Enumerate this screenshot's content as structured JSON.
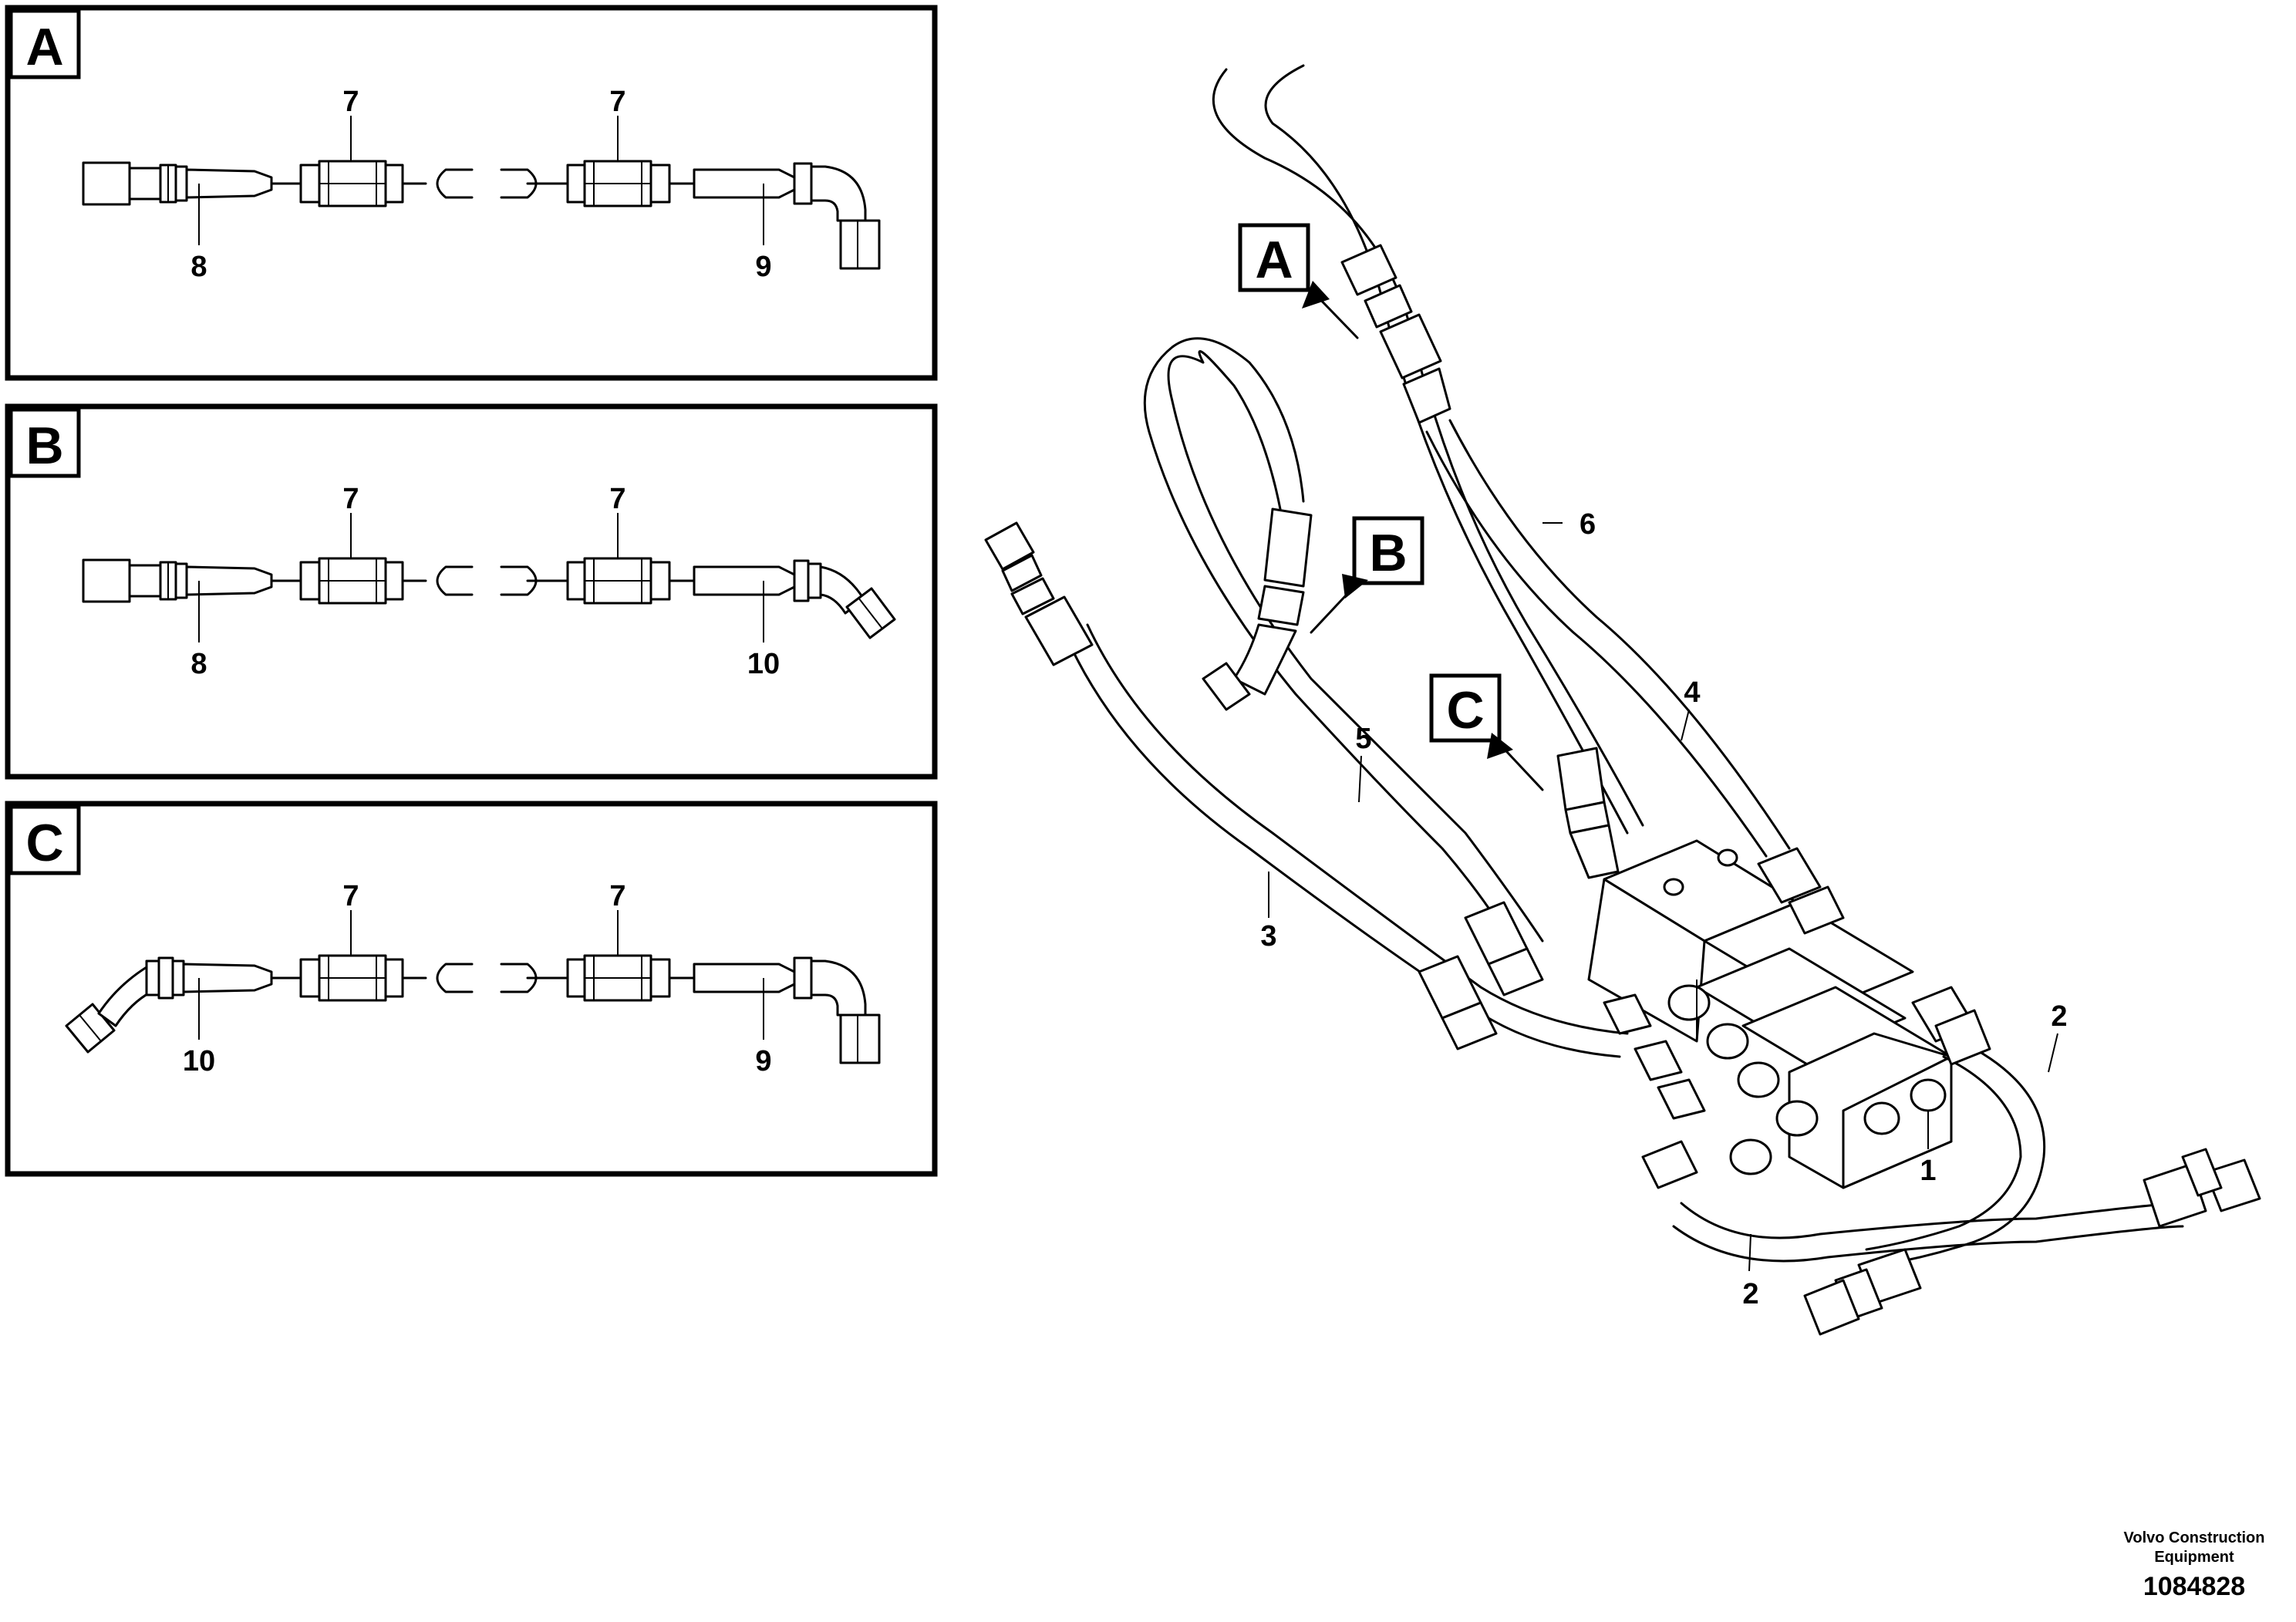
{
  "panels": [
    {
      "letter": "A",
      "labels": {
        "coupling_left": "7",
        "coupling_right": "7",
        "hose_left": "8",
        "hose_right": "9"
      }
    },
    {
      "letter": "B",
      "labels": {
        "coupling_left": "7",
        "coupling_right": "7",
        "hose_left": "8",
        "hose_right": "10"
      }
    },
    {
      "letter": "C",
      "labels": {
        "coupling_left": "7",
        "coupling_right": "7",
        "hose_left": "10",
        "hose_right": "9"
      }
    }
  ],
  "main_view": {
    "callouts": {
      "a": "A",
      "b": "B",
      "c": "C"
    },
    "parts": {
      "valve_block": "1",
      "hose_right_upper": "2",
      "hose_right_lower": "2",
      "hose_3": "3",
      "hose_4": "4",
      "hose_5": "5",
      "hose_6": "6"
    }
  },
  "footer": {
    "company_line1": "Volvo Construction",
    "company_line2": "Equipment",
    "ref_number": "1084828"
  }
}
